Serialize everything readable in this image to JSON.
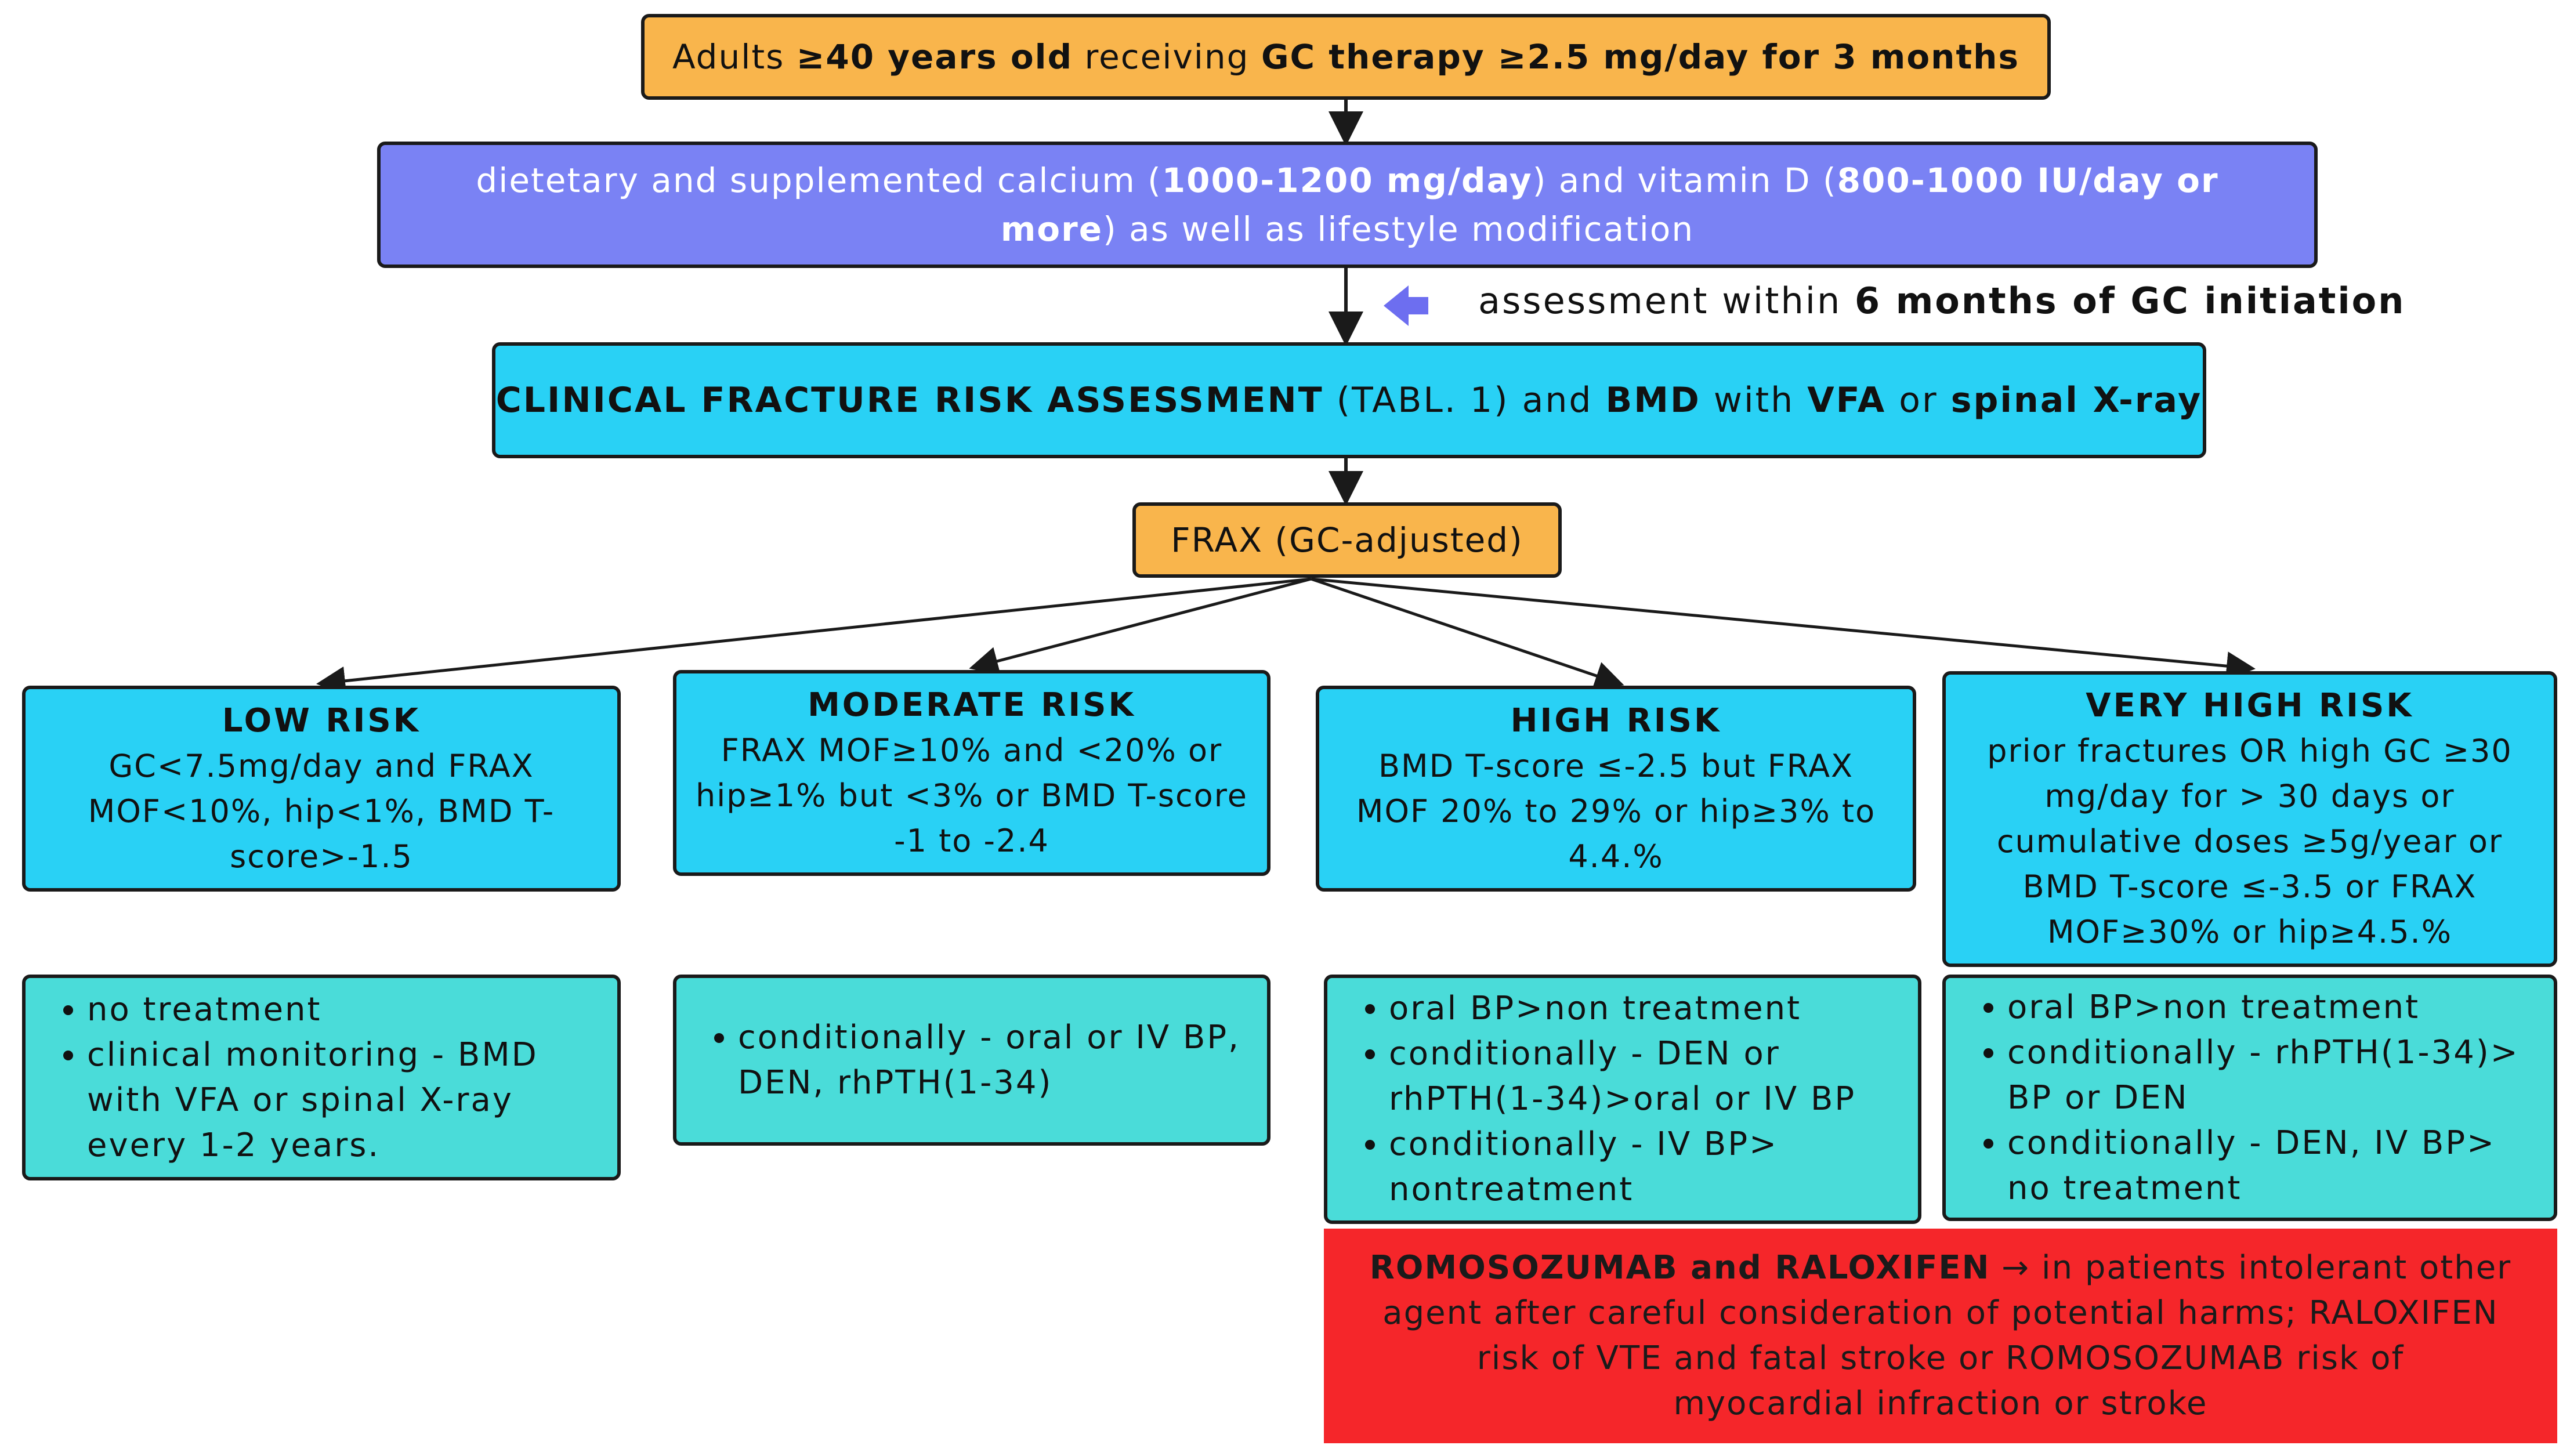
{
  "top": {
    "parts": [
      "Adults ",
      "≥40 years old",
      " receiving ",
      "GC therapy ≥2.5 mg/day for 3 months"
    ]
  },
  "supplement": {
    "line1": [
      "dietetary and supplemented calcium (",
      "1000-1200 mg/day",
      ") and vitamin D (",
      "800-1000 IU/day or"
    ],
    "line2": [
      "more",
      ") as well as lifestyle modification"
    ]
  },
  "assessment_note": {
    "text": "assessment within ",
    "bold": "6 months of GC initiation"
  },
  "clinical": {
    "parts": [
      "CLINICAL FRACTURE RISK ASSESSMENT",
      " (TABL. 1) and  ",
      "BMD",
      " with ",
      "VFA",
      " or ",
      "spinal X-ray"
    ]
  },
  "frax": {
    "label": "FRAX (GC-adjusted)"
  },
  "risks": [
    {
      "title": "LOW RISK",
      "lines": [
        "GC<7.5mg/day and FRAX",
        "MOF<10%, hip<1%, BMD T-",
        "score>-1.5"
      ]
    },
    {
      "title": "MODERATE  RISK",
      "lines": [
        "FRAX MOF≥10% and <20% or",
        "hip≥1% but <3% or BMD T-score",
        "-1 to -2.4"
      ]
    },
    {
      "title": "HIGH RISK",
      "lines": [
        "BMD T-score ≤-2.5 but FRAX",
        "MOF 20% to 29%  or hip≥3% to",
        "4.4.%"
      ]
    },
    {
      "title": "VERY HIGH RISK",
      "lines": [
        "prior fractures OR high GC ≥30",
        "mg/day for > 30 days or",
        "cumulative doses  ≥5g/year or",
        "BMD T-score ≤-3.5 or FRAX",
        "MOF≥30% or hip≥4.5.%"
      ]
    }
  ],
  "treatments": [
    {
      "items": [
        "no treatment",
        "clinical monitoring - BMD with VFA or spinal X-ray every 1-2 years."
      ]
    },
    {
      "items": [
        "conditionally - oral or IV BP, DEN, rhPTH(1-34)"
      ]
    },
    {
      "items": [
        "oral BP>non treatment",
        "conditionally - DEN or rhPTH(1-34)>oral or IV BP",
        "conditionally - IV BP> nontreatment"
      ]
    },
    {
      "items": [
        "oral BP>non treatment",
        "conditionally - rhPTH(1-34)> BP or DEN",
        "conditionally - DEN, IV BP> no treatment"
      ]
    }
  ],
  "warning": {
    "bold": "ROMOSOZUMAB and RALOXIFEN",
    "lines": [
      " → in patients intolerant other",
      "agent after careful consideration of potential harms; RALOXIFEN",
      "risk of  VTE and fatal stroke or ROMOSOZUMAB risk of",
      "myocardial infraction or stroke"
    ]
  },
  "colors": {
    "orange": "#f9b54c",
    "purple": "#7a82f4",
    "cyan": "#29d1f5",
    "teal": "#4adcd9",
    "red": "#f5262a",
    "arrow_note": "#6d6ef0"
  }
}
